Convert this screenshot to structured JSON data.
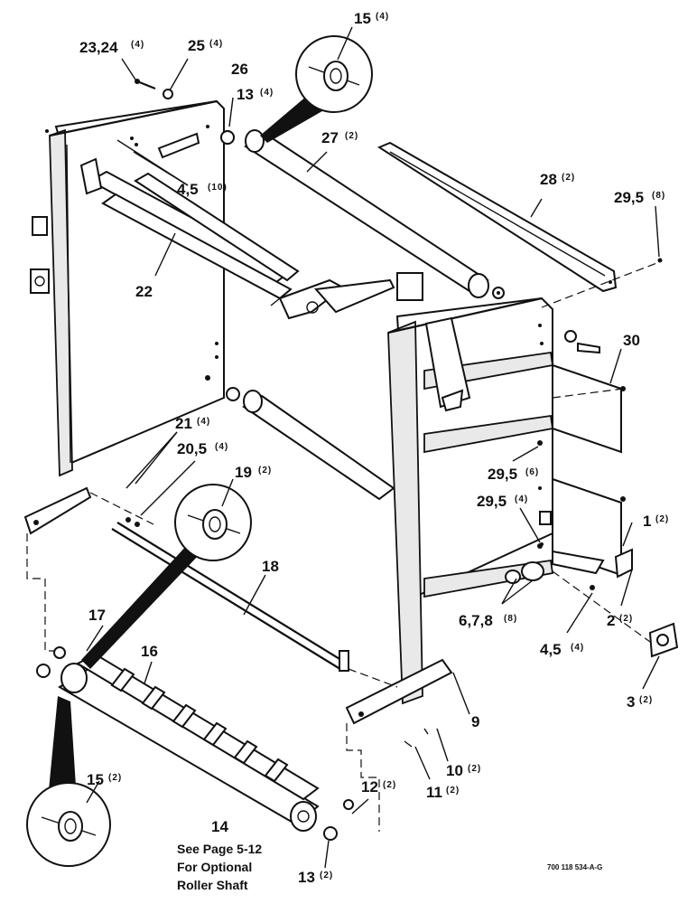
{
  "callouts": {
    "c23_24": {
      "num": "23,24",
      "qty": "(4)"
    },
    "c25": {
      "num": "25",
      "qty": "(4)"
    },
    "c26": {
      "num": "26",
      "qty": ""
    },
    "c13_top": {
      "num": "13",
      "qty": "(4)"
    },
    "c15_top": {
      "num": "15",
      "qty": "(4)"
    },
    "c27": {
      "num": "27",
      "qty": "(2)"
    },
    "c28": {
      "num": "28",
      "qty": "(2)"
    },
    "c29_5_top": {
      "num": "29,5",
      "qty": "(8)"
    },
    "c4_5_top": {
      "num": "4,5",
      "qty": "(10)"
    },
    "c22": {
      "num": "22",
      "qty": ""
    },
    "c30": {
      "num": "30",
      "qty": ""
    },
    "c21": {
      "num": "21",
      "qty": "(4)"
    },
    "c20_5": {
      "num": "20,5",
      "qty": "(4)"
    },
    "c19": {
      "num": "19",
      "qty": "(2)"
    },
    "c29_5_mid": {
      "num": "29,5",
      "qty": "(6)"
    },
    "c29_5_low": {
      "num": "29,5",
      "qty": "(4)"
    },
    "c1": {
      "num": "1",
      "qty": "(2)"
    },
    "c18": {
      "num": "18",
      "qty": ""
    },
    "c6_7_8": {
      "num": "6,7,8",
      "qty": "(8)"
    },
    "c2": {
      "num": "2",
      "qty": "(2)"
    },
    "c17": {
      "num": "17",
      "qty": ""
    },
    "c16": {
      "num": "16",
      "qty": ""
    },
    "c4_5_low": {
      "num": "4,5",
      "qty": "(4)"
    },
    "c3": {
      "num": "3",
      "qty": "(2)"
    },
    "c9": {
      "num": "9",
      "qty": ""
    },
    "c10": {
      "num": "10",
      "qty": "(2)"
    },
    "c11": {
      "num": "11",
      "qty": "(2)"
    },
    "c12": {
      "num": "12",
      "qty": "(2)"
    },
    "c15_low": {
      "num": "15",
      "qty": "(2)"
    },
    "c14": {
      "num": "14",
      "qty": ""
    },
    "c13_low": {
      "num": "13",
      "qty": "(2)"
    }
  },
  "note": {
    "line1": "See Page 5-12",
    "line2": "For Optional",
    "line3": "Roller Shaft"
  },
  "drawing_ref": "700 118 534-A-G"
}
